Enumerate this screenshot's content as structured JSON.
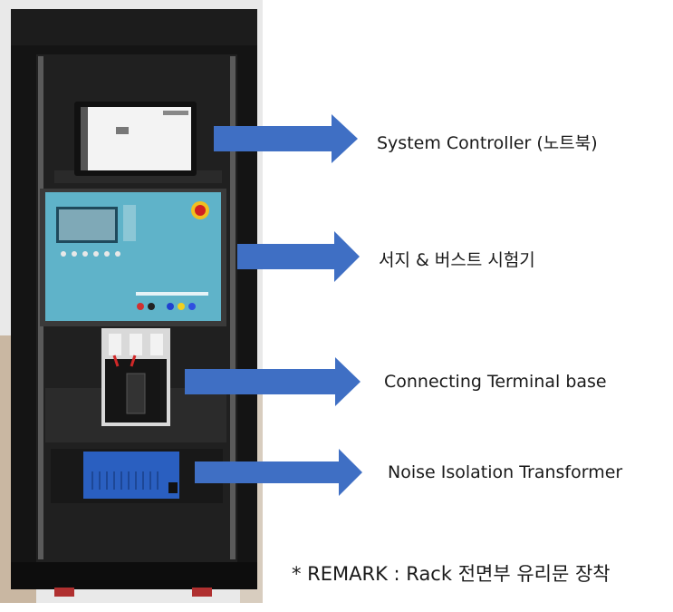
{
  "labels": {
    "system_controller": "System Controller (노트북)",
    "surge_burst": "서지 & 버스트 시험기",
    "terminal_base": "Connecting Terminal base",
    "isolation_transformer": "Noise Isolation Transformer"
  },
  "remark": "* REMARK : Rack 전면부 유리문 장착",
  "colors": {
    "arrow": "#3f6fc4",
    "rack": "#141414",
    "device_panel": "#5fb3c9",
    "transformer": "#2a5fc0"
  }
}
